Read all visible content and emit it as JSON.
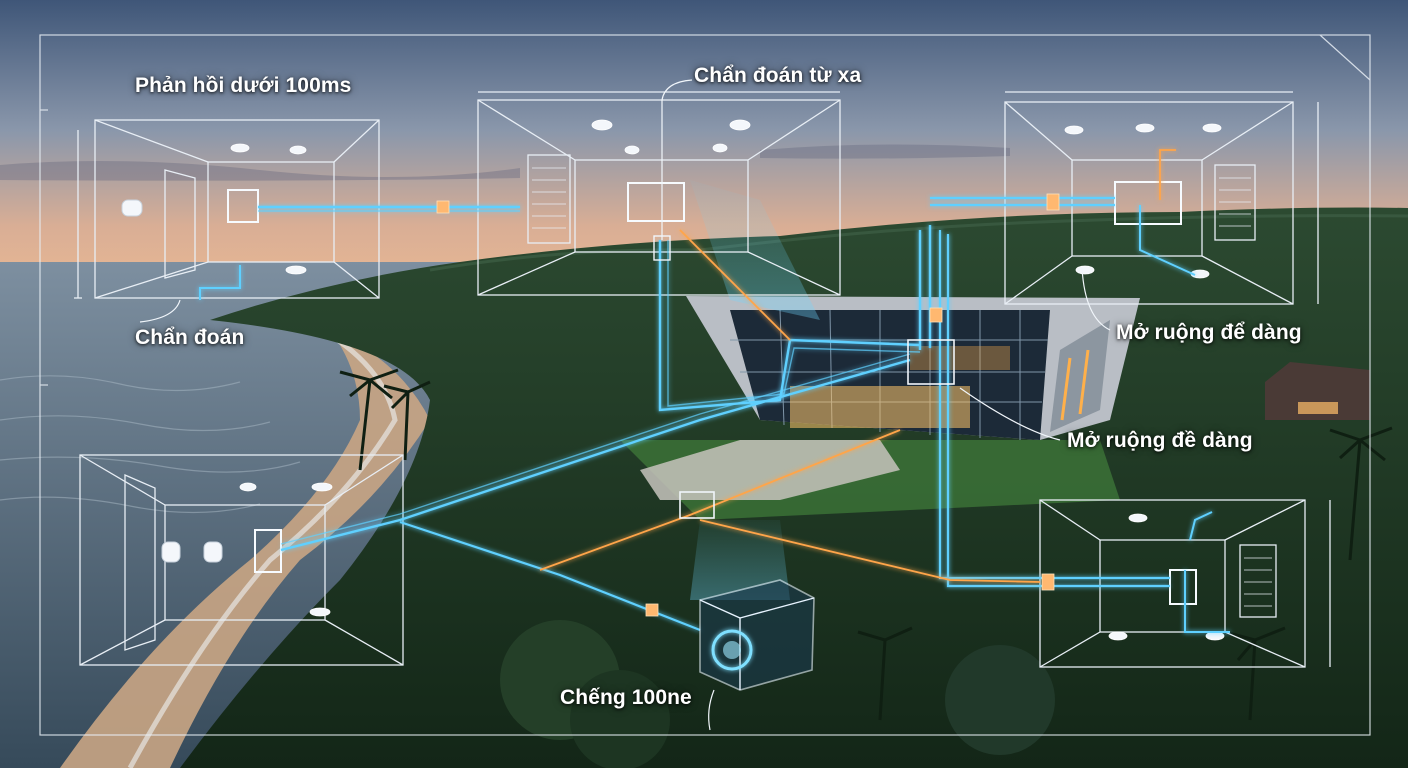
{
  "labels": {
    "response_time": "Phản hồi dưới 100ms",
    "remote_diagnosis": "Chẩn đoán từ xa",
    "diagnosis": "Chẩn đoán",
    "easy_expansion_top": "Mở ruộng để dàng",
    "easy_expansion_middle": "Mở ruộng đề dàng",
    "protection": "Chếng 100ne"
  },
  "colors": {
    "sky_top": "#3f5678",
    "sky_horizon": "#e9b894",
    "sea": "#5b7488",
    "forest": "#1f3b24",
    "sketch_line": "#e8eef5",
    "cable_blue": "#5fd0ff",
    "cable_orange": "#ffa54a",
    "building_glow": "#ffc56a"
  },
  "icons": [
    "rooftop-camera-icon",
    "room-sensor-icon",
    "control-panel-icon",
    "central-hub-icon"
  ]
}
